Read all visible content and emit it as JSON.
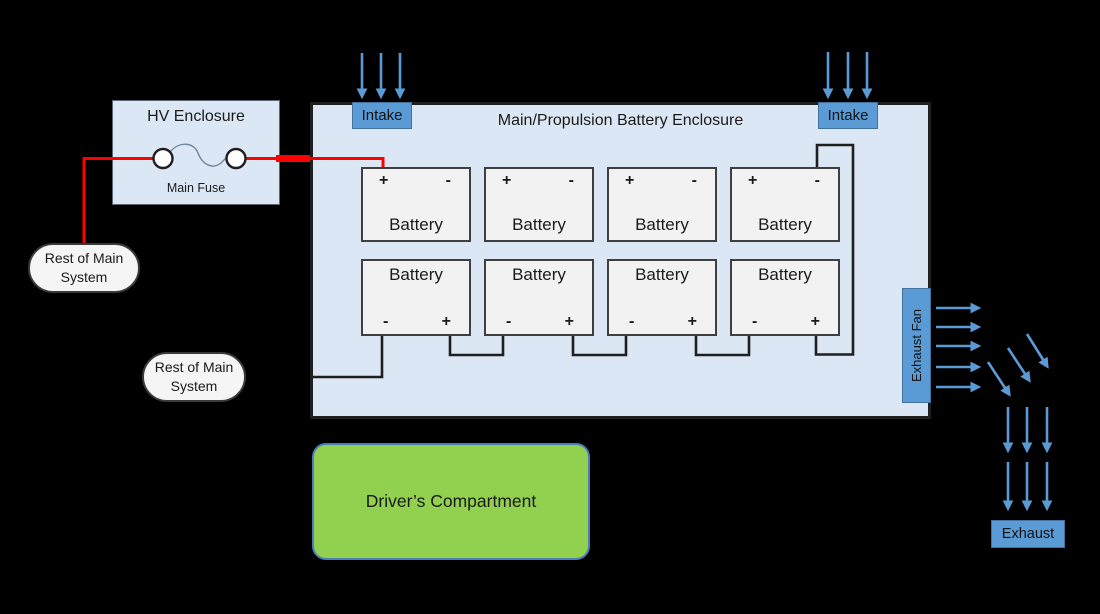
{
  "colors": {
    "background": "#000000",
    "enclosure_fill": "#dbe7f4",
    "enclosure_border": "#1f1f1f",
    "hv_enclosure_border": "#5a6673",
    "battery_fill": "#f2f2f2",
    "battery_border": "#3f3f3f",
    "blue_box_fill": "#5b9bd5",
    "blue_box_border": "#41719c",
    "air_arrow_blue": "#5b9bd5",
    "wire_red": "#ff0000",
    "wire_black": "#1f1f1f",
    "compartment_green": "#92d050",
    "compartment_border": "#4a7ebb",
    "pill_fill": "#f5f5f5",
    "pill_border": "#3a3a3a"
  },
  "hv_enclosure": {
    "title": "HV Enclosure",
    "fuse_label": "Main Fuse"
  },
  "battery_enclosure": {
    "title": "Main/Propulsion Battery Enclosure"
  },
  "terminals": {
    "plus": "+",
    "minus": "-"
  },
  "batteries": [
    {
      "label": "Battery"
    },
    {
      "label": "Battery"
    },
    {
      "label": "Battery"
    },
    {
      "label": "Battery"
    },
    {
      "label": "Battery"
    },
    {
      "label": "Battery"
    },
    {
      "label": "Battery"
    },
    {
      "label": "Battery"
    }
  ],
  "labels": {
    "intake_left": "Intake",
    "intake_right": "Intake",
    "exhaust_fan": "Exhaust Fan",
    "exhaust": "Exhaust",
    "rest_of_main_1": "Rest of Main System",
    "rest_of_main_2": "Rest of Main System",
    "drivers_compartment": "Driver’s Compartment"
  }
}
